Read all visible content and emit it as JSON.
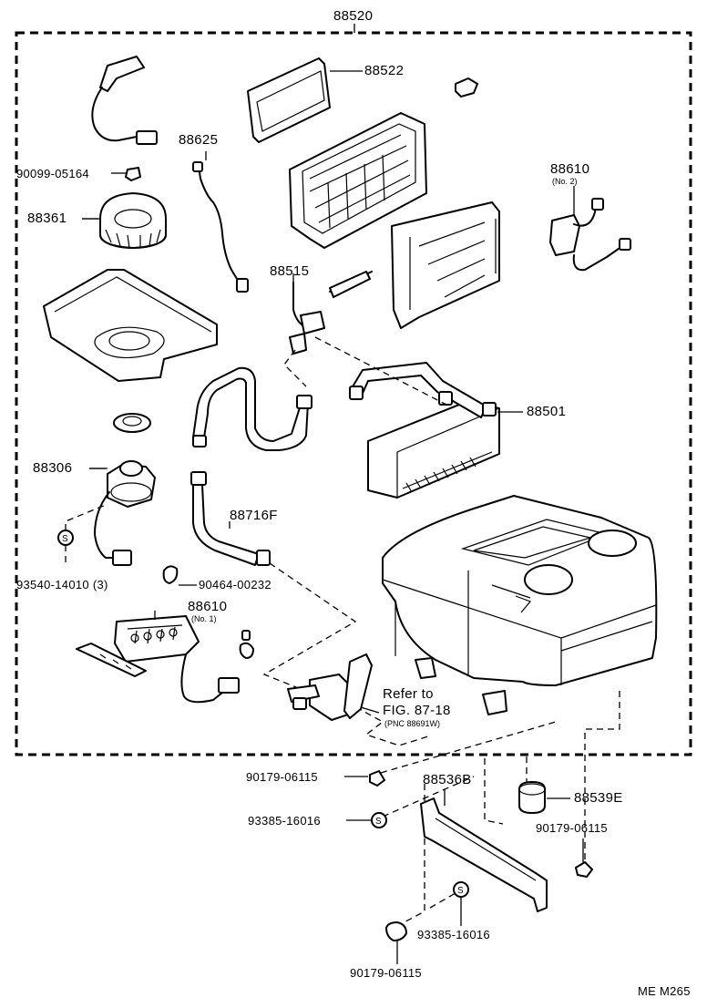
{
  "diagram": {
    "drawing_code": "ME M265",
    "labels": {
      "p88520": "88520",
      "p88522": "88522",
      "p88625": "88625",
      "p90099": "90099-05164",
      "p88361": "88361",
      "p88610_no2": "88610",
      "p88610_no2_sub": "(No. 2)",
      "p88515": "88515",
      "p88501": "88501",
      "p88306": "88306",
      "p88716f": "88716F",
      "p93540": "93540-14010 (3)",
      "p90464": "90464-00232",
      "p88610_no1": "88610",
      "p88610_no1_sub": "(No. 1)",
      "refer_to": "Refer to",
      "fig_ref": "FIG. 87-18",
      "pnc_ref": "(PNC 88691W)",
      "p90179_a": "90179-06115",
      "p88536b": "88536B",
      "p88539e": "88539E",
      "p93385_a": "93385-16016",
      "p90179_b": "90179-06115",
      "p93385_b": "93385-16016",
      "p90179_c": "90179-06115"
    },
    "symbols": {
      "s_marker": "S"
    }
  }
}
